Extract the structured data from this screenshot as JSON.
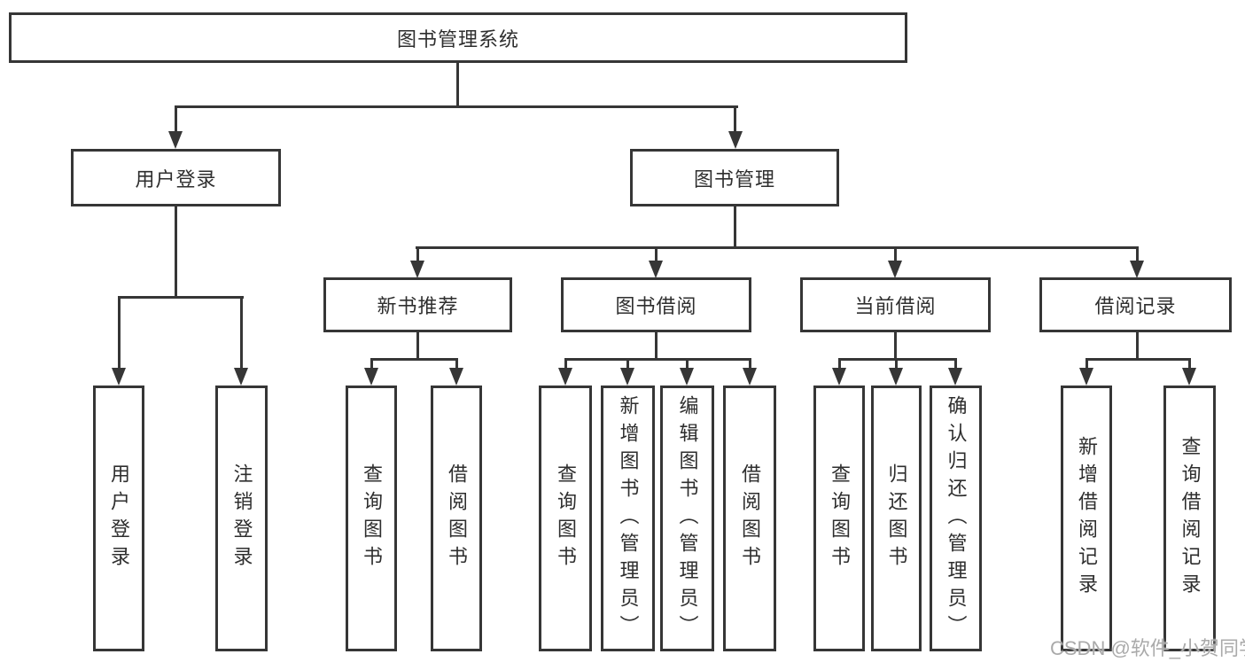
{
  "tree": {
    "label": "图书管理系统",
    "children": [
      {
        "label": "用户登录",
        "children": [
          {
            "label": "用户登录"
          },
          {
            "label": "注销登录"
          }
        ]
      },
      {
        "label": "图书管理",
        "children": [
          {
            "label": "新书推荐",
            "children": [
              {
                "label": "查询图书"
              },
              {
                "label": "借阅图书"
              }
            ]
          },
          {
            "label": "图书借阅",
            "children": [
              {
                "label": "查询图书"
              },
              {
                "label": "新增图书（管理员）"
              },
              {
                "label": "编辑图书（管理员）"
              },
              {
                "label": "借阅图书"
              }
            ]
          },
          {
            "label": "当前借阅",
            "children": [
              {
                "label": "查询图书"
              },
              {
                "label": "归还图书"
              },
              {
                "label": "确认归还（管理员）"
              }
            ]
          },
          {
            "label": "借阅记录",
            "children": [
              {
                "label": "新增借阅记录"
              },
              {
                "label": "查询借阅记录"
              }
            ]
          }
        ]
      }
    ]
  },
  "watermark": {
    "text": "CSDN @软件_小贺同学"
  },
  "colors": {
    "line": "#363636",
    "text": "#2e2e2e",
    "watermark": "#aaaaaa",
    "background": "#ffffff"
  }
}
